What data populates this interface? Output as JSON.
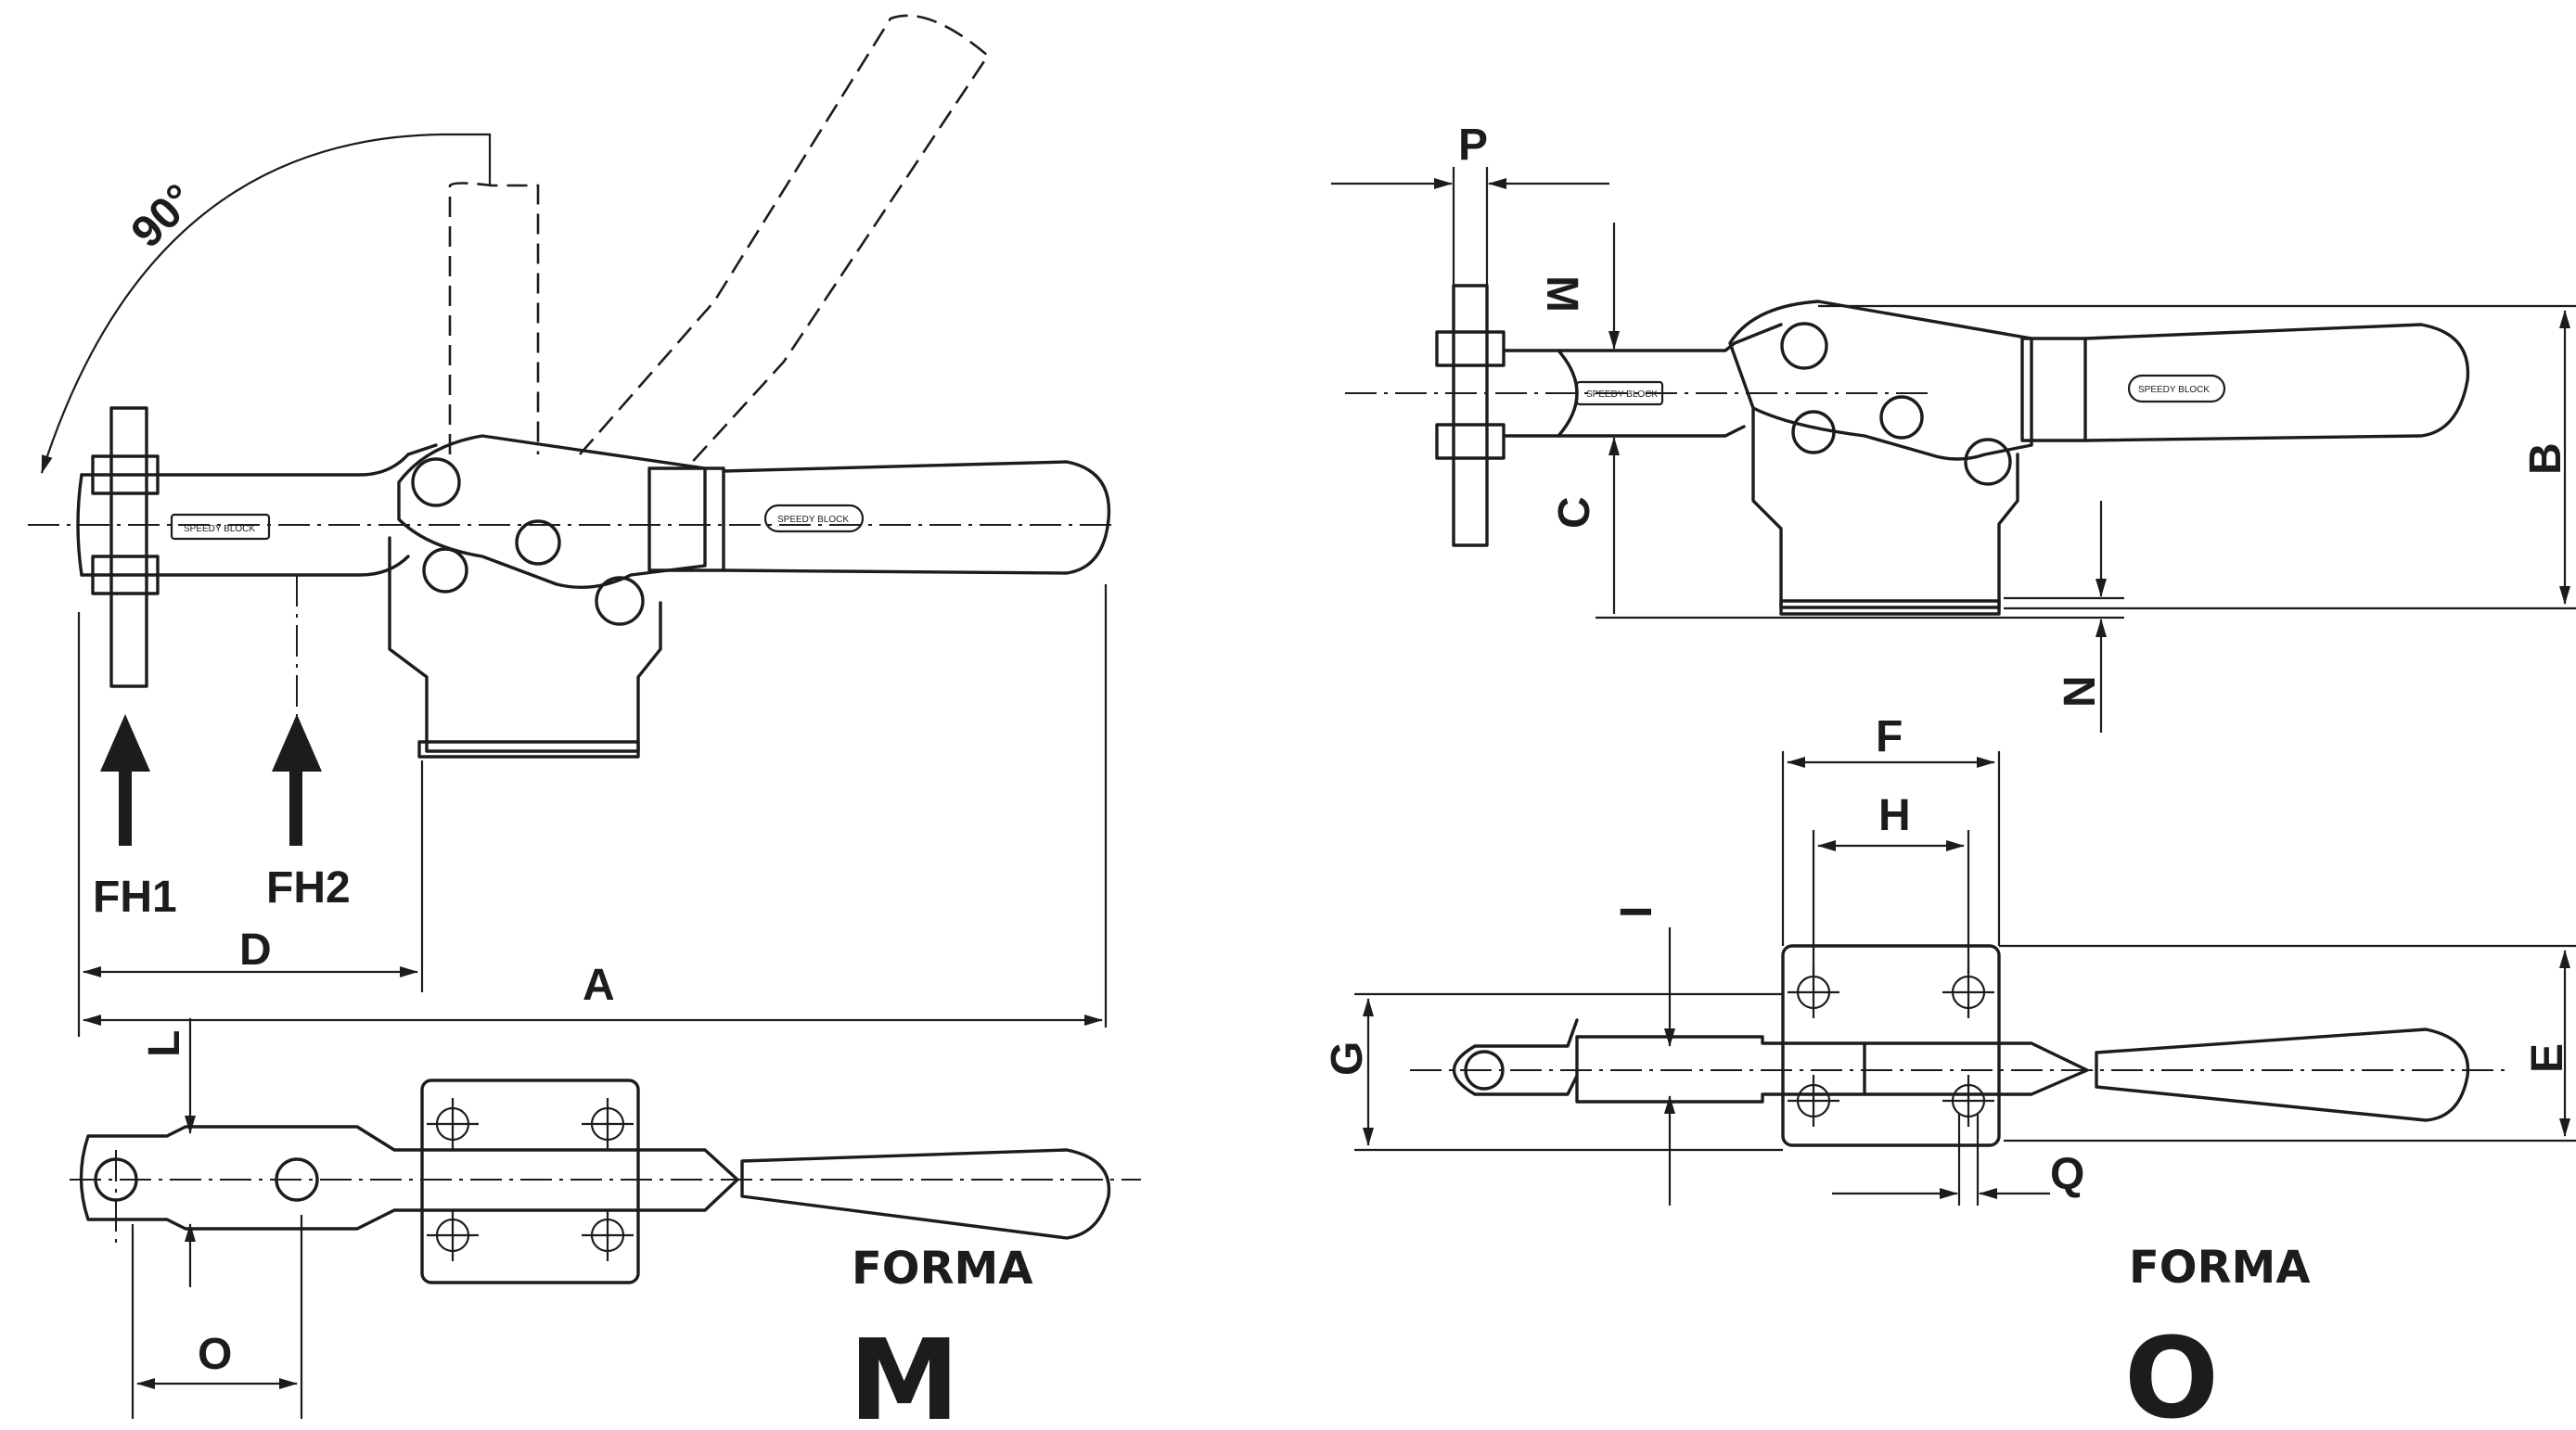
{
  "angle_label": "90°",
  "force_labels": {
    "fh1": "FH1",
    "fh2": "FH2"
  },
  "dimensions": {
    "a": "A",
    "b": "B",
    "c": "C",
    "d": "D",
    "e": "E",
    "f": "F",
    "g": "G",
    "h": "H",
    "i": "I",
    "l": "L",
    "m": "M",
    "n": "N",
    "o": "O",
    "p": "P",
    "q": "Q"
  },
  "brand_label": "SPEEDY BLOCK",
  "forma_left": {
    "word": "FORMA",
    "letter": "M"
  },
  "forma_right": {
    "word": "FORMA",
    "letter": "O"
  }
}
